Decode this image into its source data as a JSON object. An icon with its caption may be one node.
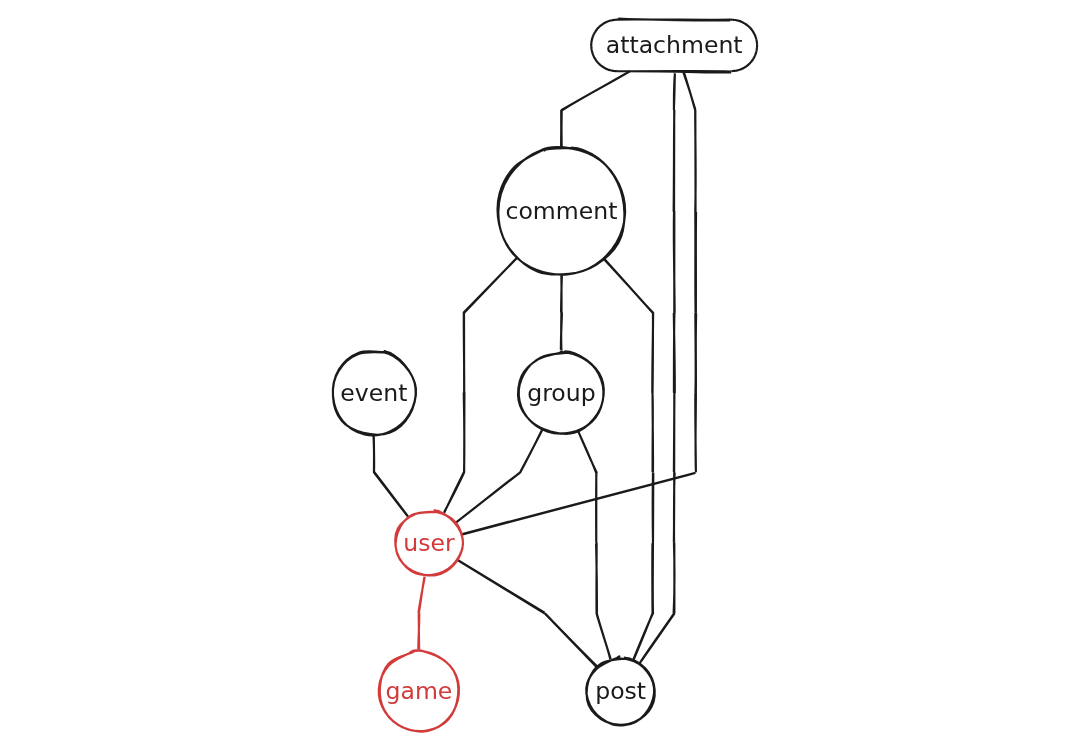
{
  "diagram": {
    "nodes": [
      {
        "text": [
          "attachment"
        ]
      },
      {
        "text": [
          "event"
        ]
      },
      {
        "text": [
          "comment"
        ]
      },
      {
        "text": [
          "user"
        ]
      },
      {
        "text": [
          "game"
        ]
      },
      {
        "text": [
          "group"
        ]
      },
      {
        "text": [
          "post"
        ]
      }
    ],
    "edges": [
      {
        "from": 0,
        "to": 2,
        "arrow": "none"
      },
      {
        "from": 0,
        "to": 6,
        "arrow": "none"
      },
      {
        "from": 0,
        "to": 3,
        "arrow": "none"
      },
      {
        "from": 1,
        "to": 3,
        "arrow": "none"
      },
      {
        "from": 2,
        "to": 3,
        "arrow": "none"
      },
      {
        "from": 2,
        "to": 5,
        "arrow": "none"
      },
      {
        "from": 2,
        "to": 6,
        "arrow": "none"
      },
      {
        "from": 3,
        "to": 4,
        "arrow": "none",
        "color": "#d33b3b"
      },
      {
        "from": 5,
        "to": 3,
        "arrow": "none"
      },
      {
        "from": 5,
        "to": 6,
        "arrow": "none"
      },
      {
        "from": 3,
        "to": 6,
        "arrow": "none"
      }
    ]
  }
}
